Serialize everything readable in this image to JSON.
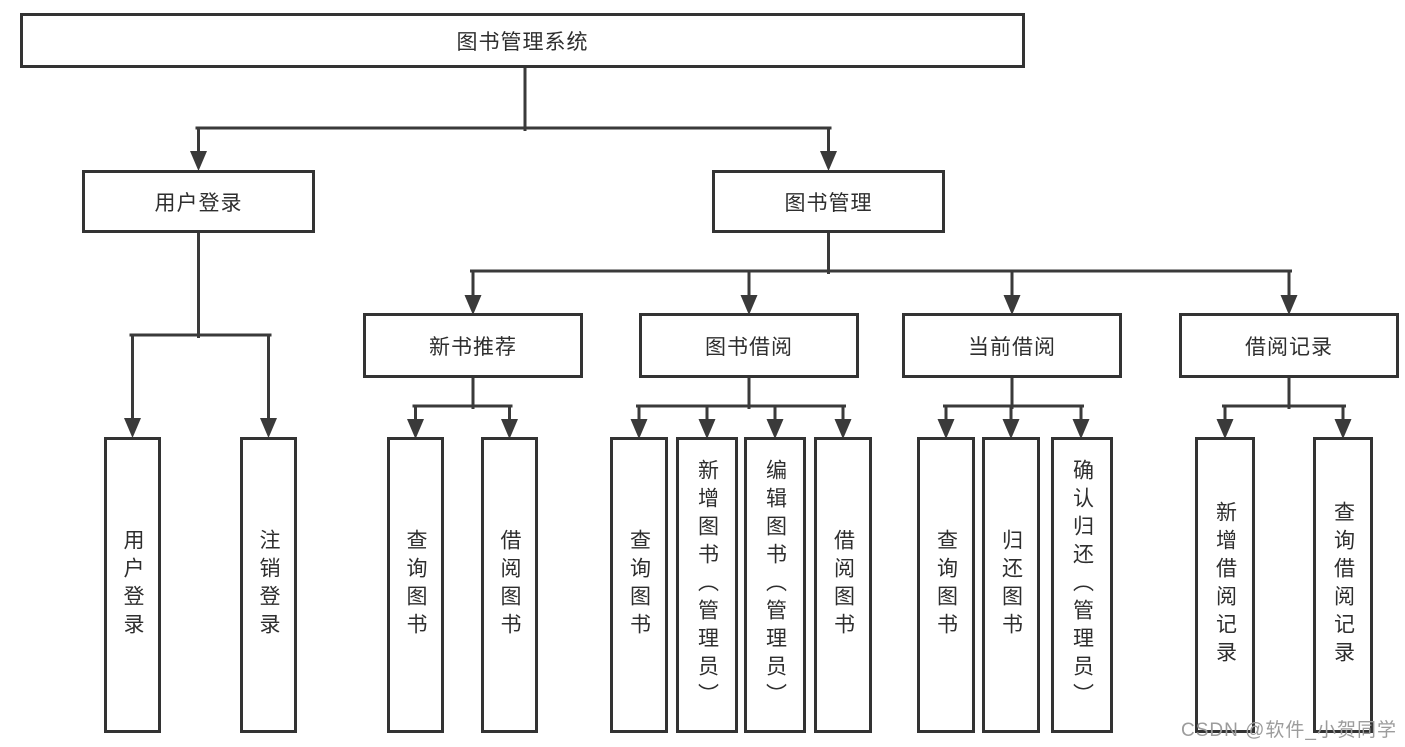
{
  "diagram": {
    "type": "hierarchy",
    "root": "图书管理系统",
    "level2": [
      "用户登录",
      "图书管理"
    ],
    "level3": [
      "新书推荐",
      "图书借阅",
      "当前借阅",
      "借阅记录"
    ],
    "leaves": {
      "user_login": [
        "用户登录",
        "注销登录"
      ],
      "new_book_recommend": [
        "查询图书",
        "借阅图书"
      ],
      "book_borrow": [
        "查询图书",
        "新增图书（管理员）",
        "编辑图书（管理员）",
        "借阅图书"
      ],
      "current_borrow": [
        "查询图书",
        "归还图书",
        "确认归还（管理员）"
      ],
      "borrow_records": [
        "新增借阅记录",
        "查询借阅记录"
      ]
    }
  },
  "watermark": "CSDN @软件_小贺同学",
  "colors": {
    "line": "#3a3a3a",
    "border": "#333333",
    "text": "#2e2e2e",
    "watermark": "#9c9c9c",
    "background": "#ffffff"
  }
}
